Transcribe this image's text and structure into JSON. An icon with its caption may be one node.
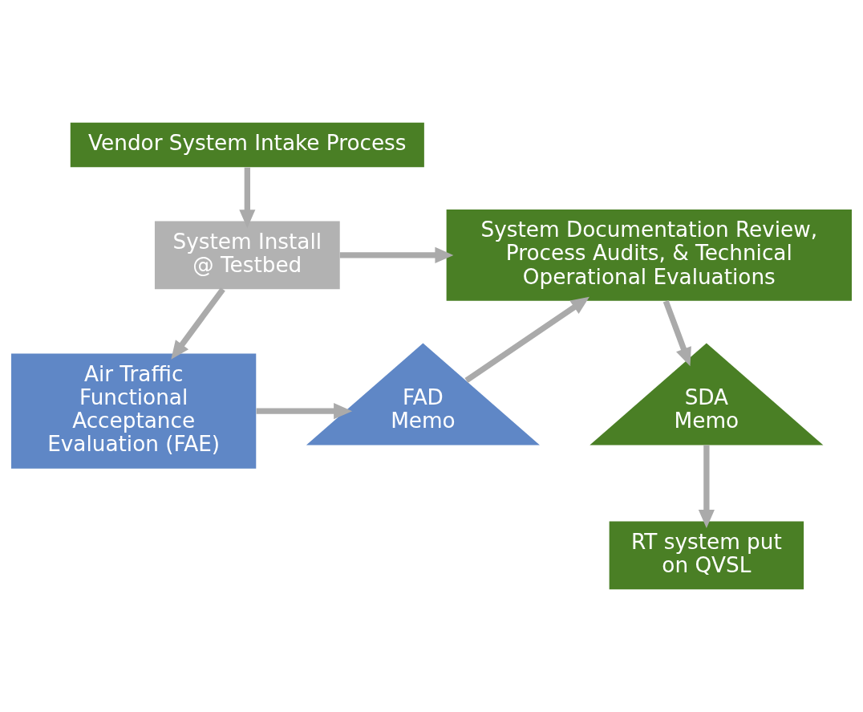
{
  "diagram": {
    "nodes": [
      {
        "text": [
          "Vendor System Intake Process"
        ]
      },
      {
        "text": [
          "System Install @ Testbed"
        ]
      },
      {
        "text": [
          "System Documentation Review, Process Audits, & Technical Operational Evaluations"
        ]
      },
      {
        "text": [
          "Air Traffic Functional Acceptance Evaluation (FAE)"
        ]
      },
      {
        "text": [
          "FAD Memo"
        ]
      },
      {
        "text": [
          "SDA Memo"
        ]
      },
      {
        "text": [
          "RT system put on QVSL"
        ]
      }
    ],
    "edges": [
      {
        "from": 0,
        "to": 1,
        "arrow": "to"
      },
      {
        "from": 1,
        "to": 2,
        "arrow": "to"
      },
      {
        "from": 1,
        "to": 3,
        "arrow": "to"
      },
      {
        "from": 3,
        "to": 4,
        "arrow": "to"
      },
      {
        "from": 4,
        "to": 2,
        "arrow": "to"
      },
      {
        "from": 2,
        "to": 5,
        "arrow": "to"
      },
      {
        "from": 5,
        "to": 6,
        "arrow": "to"
      }
    ]
  }
}
